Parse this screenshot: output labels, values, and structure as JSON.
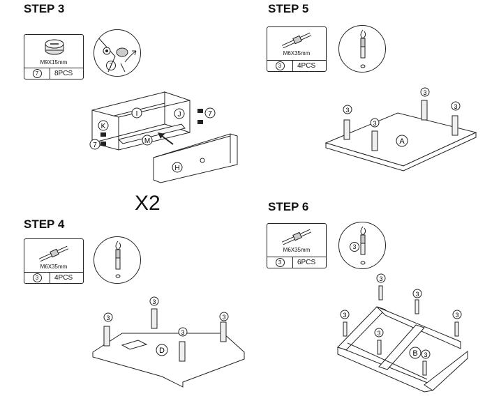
{
  "steps": {
    "step3": {
      "title": "STEP 3",
      "part": {
        "spec": "M9X15mm",
        "number": "7",
        "qty": "8PCS"
      },
      "detail_label": "7",
      "labels": {
        "panel_i": "I",
        "panel_j": "J",
        "panel_k": "K",
        "panel_m": "M",
        "panel_h": "H",
        "screw_a": "7",
        "screw_b": "7"
      },
      "multiplier": "X2"
    },
    "step4": {
      "title": "STEP 4",
      "part": {
        "spec": "M6X35mm",
        "number": "3",
        "qty": "4PCS"
      },
      "labels": {
        "panel": "D",
        "pin1": "3",
        "pin2": "3",
        "pin3": "3",
        "pin4": "3"
      }
    },
    "step5": {
      "title": "STEP 5",
      "part": {
        "spec": "M6X35mm",
        "number": "3",
        "qty": "4PCS"
      },
      "labels": {
        "panel": "A",
        "pin1": "3",
        "pin2": "3",
        "pin3": "3",
        "pin4": "3"
      }
    },
    "step6": {
      "title": "STEP 6",
      "part": {
        "spec": "M6X35mm",
        "number": "3",
        "qty": "6PCS"
      },
      "detail_label": "3",
      "labels": {
        "panel": "B",
        "pin1": "3",
        "pin2": "3",
        "pin3": "3",
        "pin4": "3",
        "pin5": "3",
        "pin6": "3"
      }
    }
  }
}
